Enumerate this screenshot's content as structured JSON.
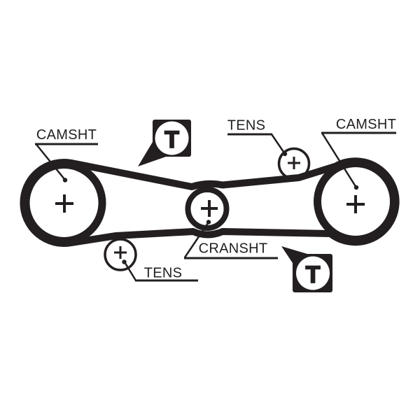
{
  "diagram": {
    "kind": "timing-belt-routing-diagram",
    "colors": {
      "ink": "#231f20",
      "background": "#ffffff"
    }
  },
  "labels": {
    "camshaft_left": "CAMSHT",
    "camshaft_right": "CAMSHT",
    "tensioner_left": "TENS",
    "tensioner_right": "TENS",
    "crankshaft": "CRANSHT"
  },
  "timing_marks": {
    "top": "T",
    "bottom": "T"
  }
}
